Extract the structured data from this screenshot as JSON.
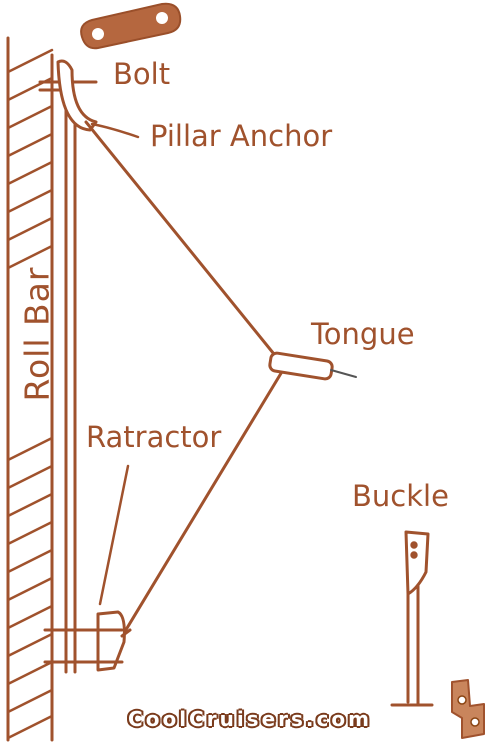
{
  "labels": {
    "bolt": "Bolt",
    "pillar_anchor": "Pillar  Anchor",
    "roll_bar": "Roll Bar",
    "tongue": "Tongue",
    "retractor": "Ratractor",
    "buckle": "Buckle"
  },
  "watermark": "CoolCruisers.com",
  "colors": {
    "stroke": "#a0522d",
    "text": "#a0522d",
    "fill": "#b5673f",
    "background": "#ffffff"
  }
}
